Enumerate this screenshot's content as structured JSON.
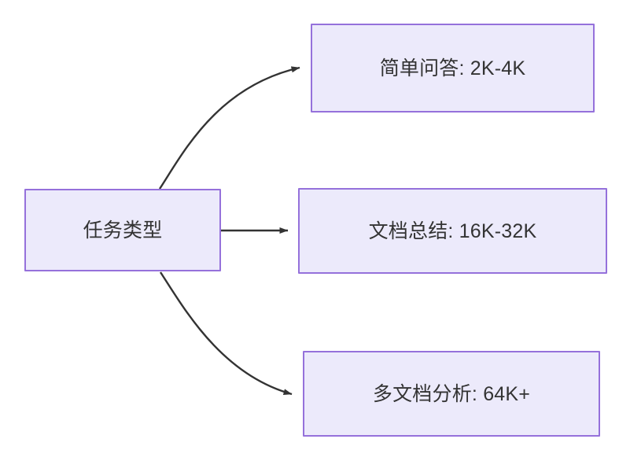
{
  "diagram": {
    "type": "flowchart",
    "direction": "left-to-right",
    "background_color": "#FFFFFF",
    "node_fill_color": "#ECEAFB",
    "node_border_color": "#9571DB",
    "node_text_color": "#333333",
    "edge_color": "#333333",
    "root": {
      "id": "root",
      "label": "任务类型"
    },
    "branches": [
      {
        "id": "simple-qa",
        "label": "简单问答: 2K-4K",
        "task": "简单问答",
        "context_length": "2K-4K",
        "edge_style": "curved",
        "edge_arrow": "arrow-head-icon"
      },
      {
        "id": "doc-summary",
        "label": "文档总结: 16K-32K",
        "task": "文档总结",
        "context_length": "16K-32K",
        "edge_style": "straight",
        "edge_arrow": "arrow-head-icon"
      },
      {
        "id": "multi-doc",
        "label": "多文档分析: 64K+",
        "task": "多文档分析",
        "context_length": "64K+",
        "edge_style": "curved",
        "edge_arrow": "arrow-head-icon"
      }
    ]
  }
}
